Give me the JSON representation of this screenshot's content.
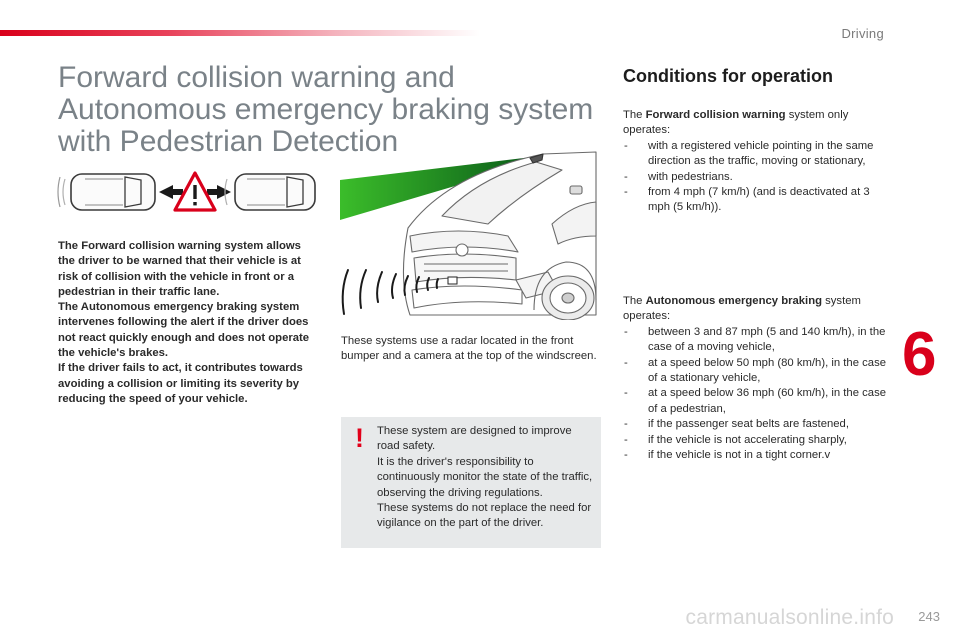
{
  "header": {
    "section_label": "Driving",
    "accent_color": "#d9001b"
  },
  "title": "Forward collision warning and Autonomous emergency braking system with Pedestrian Detection",
  "intro": [
    "The Forward collision warning system allows the driver to be warned that their vehicle is at risk of collision with the vehicle in front or a pedestrian in their traffic lane.",
    "The Autonomous emergency braking system intervenes following the alert if the driver does not react quickly enough and does not operate the vehicle's brakes.",
    "If the driver fails to act, it contributes towards avoiding a collision or limiting its severity by reducing the speed of your vehicle."
  ],
  "radar_note": "These systems use a radar located in the front bumper and a camera at the top of the windscreen.",
  "warning": {
    "icon": "exclamation-icon",
    "mark": "!",
    "lines": [
      "These system are designed to improve road safety.",
      "It is the driver's responsibility to continuously monitor the state of the traffic, observing the driving regulations.",
      "These systems do not replace the need for vigilance on the part of the driver."
    ]
  },
  "conditions": {
    "title": "Conditions for operation",
    "fcw": {
      "prefix": "The ",
      "bold": "Forward collision warning",
      "suffix": " system only operates:",
      "items": [
        "with a registered vehicle pointing in the same direction as the traffic, moving or stationary,",
        "with pedestrians.",
        "from 4 mph (7 km/h) (and is deactivated at 3 mph (5 km/h))."
      ]
    },
    "aeb": {
      "prefix": "The ",
      "bold": "Autonomous emergency braking",
      "suffix": " system operates:",
      "items": [
        "between 3 and 87 mph (5 and 140 km/h), in the case of a moving vehicle,",
        "at a speed below 50 mph (80 km/h), in the case of a stationary vehicle,",
        "at a speed below 36 mph (60 km/h), in the case of a pedestrian,",
        "if the passenger seat belts are fastened,",
        "if the vehicle is not accelerating sharply,",
        "if the vehicle is not in a tight corner.v"
      ]
    }
  },
  "chapter_number": "6",
  "page_number": "243",
  "watermark": "carmanualsonline.info"
}
